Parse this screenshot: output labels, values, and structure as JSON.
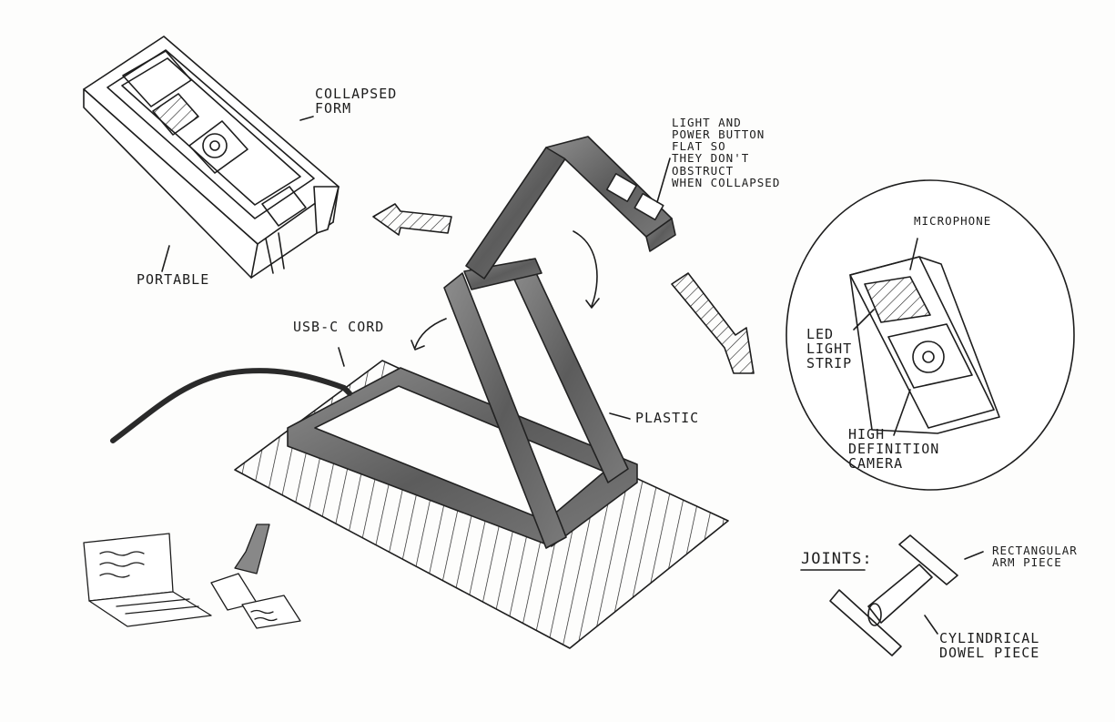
{
  "labels": {
    "collapsed_form": "COLLAPSED\nFORM",
    "portable": "PORTABLE",
    "light_power": "LIGHT AND\nPOWER BUTTON\nFLAT SO\nTHEY DON'T\nOBSTRUCT\nWHEN COLLAPSED",
    "usb_c": "USB-C CORD",
    "plastic": "PLASTIC",
    "microphone": "MICROPHONE",
    "led": "LED\nLIGHT\nSTRIP",
    "hd_camera": "HIGH\nDEFINITION\nCAMERA",
    "joints": "JOINTS:",
    "rect_arm": "RECTANGULAR\nARM PIECE",
    "cyl_dowel": "CYLINDRICAL\nDOWEL PIECE"
  },
  "colors": {
    "ink": "#1d1d1d",
    "metal": "#6e6e6e",
    "metal_dark": "#4a4a4a",
    "metal_light": "#9a9a9a"
  }
}
